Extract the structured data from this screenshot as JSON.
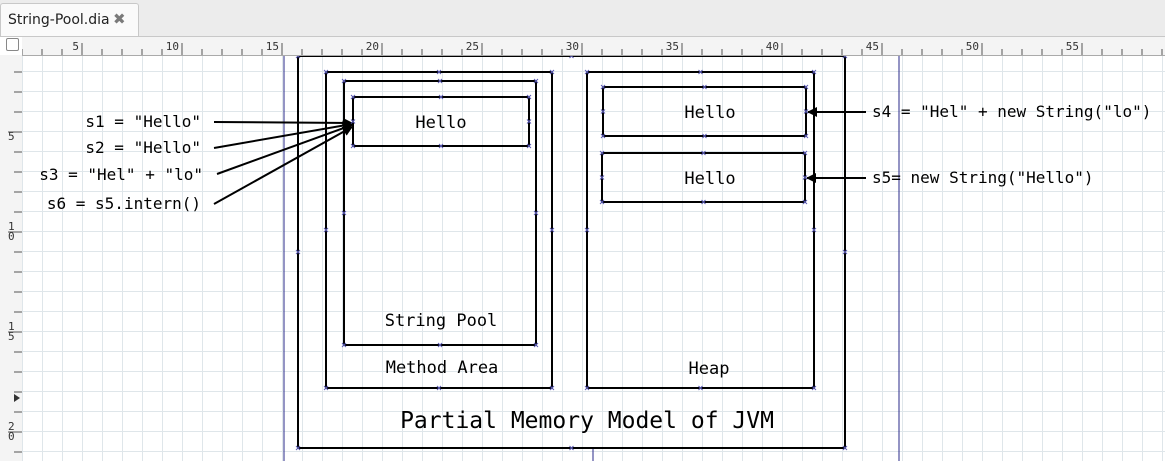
{
  "tab": {
    "title": "String-Pool.dia",
    "close_icon": "close-icon"
  },
  "rulers": {
    "h_labels": [
      "5",
      "10",
      "15",
      "20",
      "25",
      "30",
      "35",
      "40",
      "45",
      "50",
      "55"
    ],
    "v_labels": [
      "5",
      "10",
      "15",
      "20"
    ]
  },
  "diagram": {
    "title": "Partial Memory Model of JVM",
    "method_area": {
      "label": "Method Area"
    },
    "string_pool": {
      "label": "String Pool",
      "literal": "Hello"
    },
    "heap": {
      "label": "Heap",
      "objects": [
        "Hello",
        "Hello"
      ]
    },
    "left_refs": [
      "s1 = \"Hello\"",
      "s2 = \"Hello\"",
      "s3 = \"Hel\" + \"lo\"",
      "s6 = s5.intern()"
    ],
    "right_refs": [
      "s4 = \"Hel\" + new String(\"lo\")",
      "s5= new String(\"Hello\")"
    ]
  },
  "colors": {
    "guide_line": "#2a2a8a",
    "grid": "#dfe6ea",
    "handle": "#5a5ab4"
  }
}
